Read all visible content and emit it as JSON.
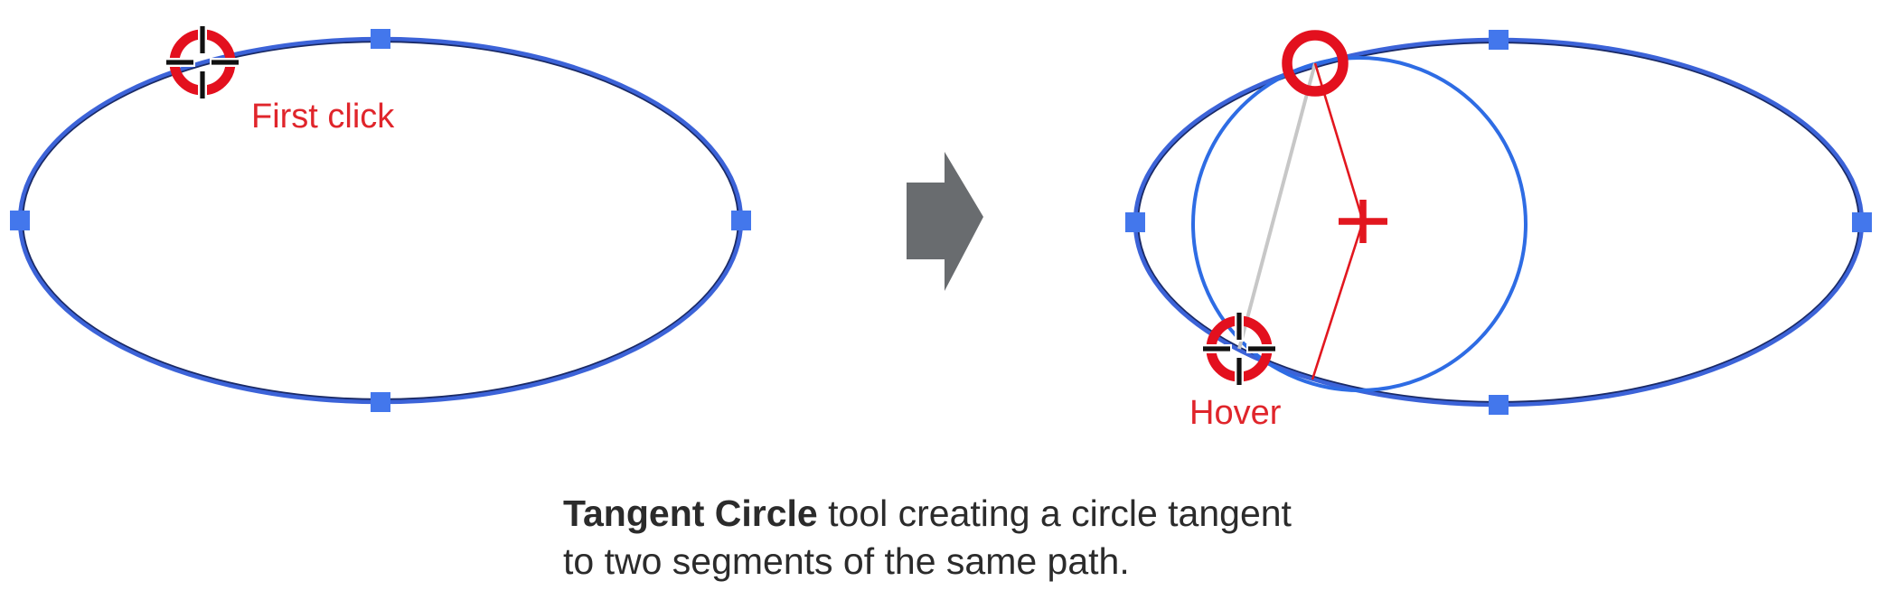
{
  "figure": {
    "type": "tool-documentation-diagram",
    "background": "#ffffff",
    "panels": {
      "before": {
        "description": "selected ellipse path with crosshair cursor on upper-left segment",
        "cursor_label": "First click"
      },
      "after": {
        "description": "same ellipse with preview tangent circle, center cross, tangency ring and hover cursor",
        "cursor_label": "Hover"
      }
    },
    "caption": {
      "bold": "Tangent Circle",
      "line1_rest": " tool creating a circle tangent",
      "line2": "to two segments of the same path."
    },
    "icons": [
      "crosshair-cursor-icon",
      "tangent-point-ring-icon",
      "circle-center-cross-icon",
      "right-arrow-icon"
    ],
    "colors": {
      "path_blue": "#3c63d8",
      "path_dark_edge": "#1a2a66",
      "tangent_circle_blue": "#2e6ce4",
      "node_blue": "#4377ec",
      "red": "#e2171f",
      "label_red": "#e0252b",
      "gray_line": "#c7c7c7",
      "arrow_gray": "#696c6f",
      "caption_text": "#2b2b2b"
    }
  }
}
